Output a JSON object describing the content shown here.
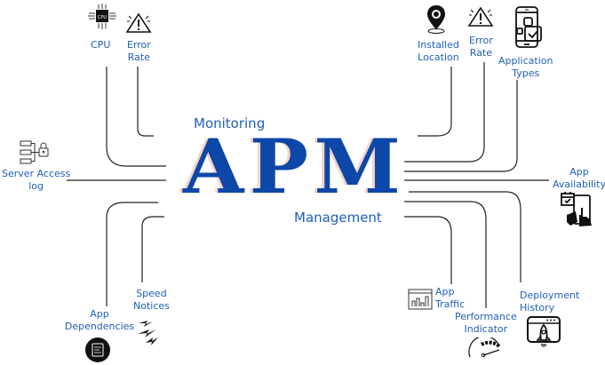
{
  "diagram": {
    "title": "APM",
    "subtitle_top": "Monitoring",
    "subtitle_bottom": "Management",
    "colors": {
      "title": "#0d47a8",
      "title_shadow": "#f6d4c8",
      "label": "#1f5fb8",
      "line": "#222222"
    },
    "nodes": [
      {
        "id": "cpu",
        "label": "CPU",
        "icon": "cpu-chip-icon"
      },
      {
        "id": "error-rate-left",
        "label": "Error\nRate",
        "icon": "warning-triangle-icon"
      },
      {
        "id": "server-access-log",
        "label": "Server Access\nlog",
        "icon": "server-lock-icon"
      },
      {
        "id": "app-dependencies",
        "label": "App\nDependencies",
        "icon": "dependency-device-icon"
      },
      {
        "id": "speed-notices",
        "label": "Speed\nNotices",
        "icon": "lightning-icon"
      },
      {
        "id": "installed-location",
        "label": "Installed\nLocation",
        "icon": "location-pin-icon"
      },
      {
        "id": "error-rate-right",
        "label": "Error\nRate",
        "icon": "warning-triangle-icon"
      },
      {
        "id": "application-types",
        "label": "Application\nTypes",
        "icon": "mobile-apps-icon"
      },
      {
        "id": "app-availability",
        "label": "App\nAvailability",
        "icon": "calendar-touch-icon"
      },
      {
        "id": "app-traffic",
        "label": "App\nTraffic",
        "icon": "bar-chart-window-icon"
      },
      {
        "id": "performance-indicator",
        "label": "Performance\nIndicator",
        "icon": "gauge-icon"
      },
      {
        "id": "deployment-history",
        "label": "Deployment\nHistory",
        "icon": "rocket-window-icon"
      }
    ]
  }
}
